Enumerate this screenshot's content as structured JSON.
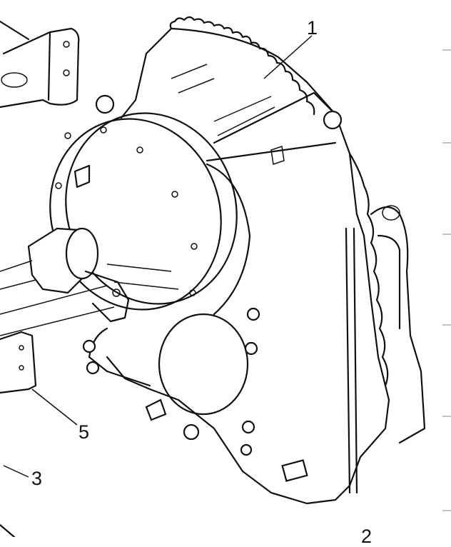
{
  "diagram": {
    "callouts": [
      {
        "id": "1",
        "label": "1"
      },
      {
        "id": "5",
        "label": "5"
      },
      {
        "id": "3",
        "label": "3"
      },
      {
        "id": "2",
        "label": "2"
      }
    ],
    "subject": "transmission-assembly"
  }
}
